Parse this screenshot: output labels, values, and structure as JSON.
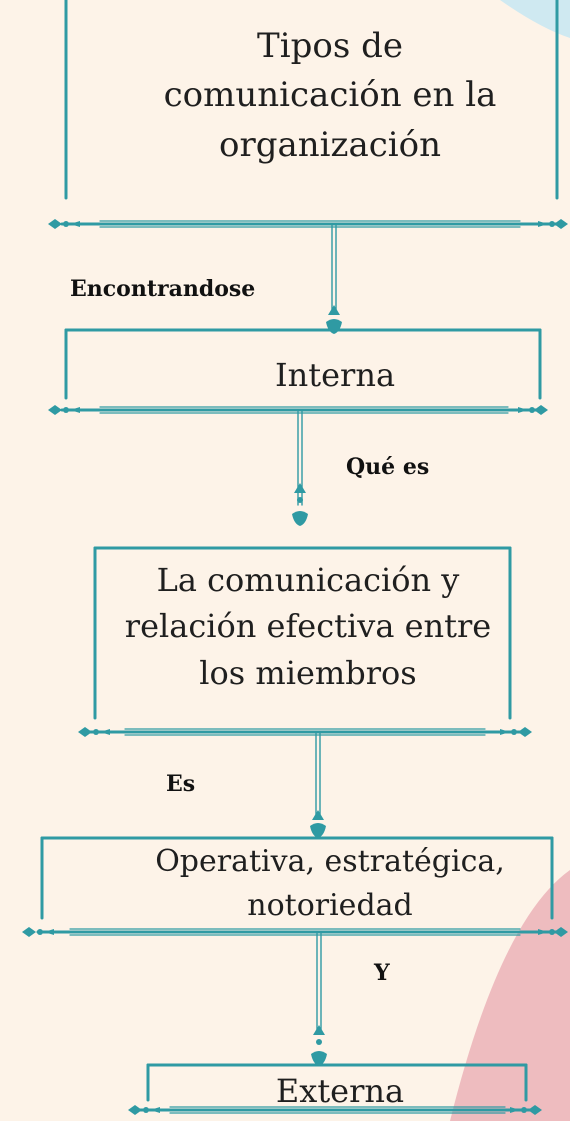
{
  "theme": {
    "line_color": "#2f9aa3",
    "background": "#fdf3e8",
    "blob_blue": "#cfe9f1",
    "blob_pink": "#eebcbf"
  },
  "nodes": [
    {
      "id": "tipos",
      "text": "Tipos de comunicación en la organización"
    },
    {
      "id": "interna",
      "text": "Interna"
    },
    {
      "id": "definicion",
      "text": "La comunicación  y relación efectiva entre los miembros"
    },
    {
      "id": "tipos-interna",
      "text": "Operativa, estratégica, notoriedad"
    },
    {
      "id": "externa",
      "text": "Externa"
    }
  ],
  "edges": [
    {
      "from": "tipos",
      "to": "interna",
      "label": "Encontrandose"
    },
    {
      "from": "interna",
      "to": "definicion",
      "label": "Qué es"
    },
    {
      "from": "definicion",
      "to": "tipos-interna",
      "label": "Es"
    },
    {
      "from": "tipos-interna",
      "to": "externa",
      "label": "Y"
    }
  ]
}
